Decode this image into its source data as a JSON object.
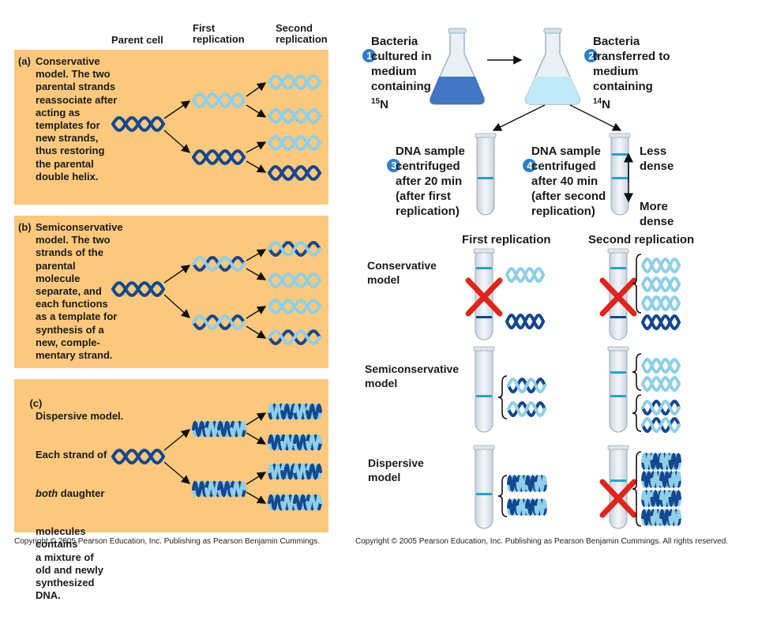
{
  "headers": {
    "parent_cell": "Parent cell",
    "first_replication": "First\nreplication",
    "second_replication": "Second\nreplication"
  },
  "models": [
    {
      "letter": "(a)",
      "text": "Conservative\nmodel. The two\nparental strands\nreassociate after\nacting as\ntemplates for\nnew strands,\nthus restoring\nthe parental\ndouble helix."
    },
    {
      "letter": "(b)",
      "text": "Semiconservative\nmodel. The two\nstrands of the\nparental\nmolecule\nseparate, and\neach functions\nas a template for\nsynthesis of a\nnew, comple-\nmentary strand."
    },
    {
      "letter": "(c)",
      "text_line1": "Dispersive model.",
      "text_line2": "Each strand of",
      "italic_word": "both",
      "text_line3_rest": " daughter",
      "text_rest": "molecules\ncontains\na mixture of\nold and newly\nsynthesized\nDNA."
    }
  ],
  "experiment": {
    "step1": {
      "num": "1",
      "text": "Bacteria\ncultured in\nmedium\ncontaining",
      "isotope_mass": "15",
      "isotope": "N"
    },
    "step2": {
      "num": "2",
      "text": "Bacteria\ntransferred to\nmedium\ncontaining",
      "isotope_mass": "14",
      "isotope": "N"
    },
    "step3": {
      "num": "3",
      "text": "DNA sample\ncentrifuged\nafter 20 min\n(after first\nreplication)"
    },
    "step4": {
      "num": "4",
      "text": "DNA sample\ncentrifuged\nafter 40 min\n(after second\nreplication)"
    },
    "less_dense": "Less\ndense",
    "more_dense": "More\ndense"
  },
  "results": {
    "col_first": "First replication",
    "col_second": "Second replication",
    "rows": [
      "Conservative\nmodel",
      "Semiconservative\nmodel",
      "Dispersive\nmodel"
    ]
  },
  "copyright_left": "Copyright © 2005 Pearson Education, Inc. Publishing as Pearson Benjamin Cummings.",
  "copyright_right": "Copyright © 2005 Pearson Education, Inc. Publishing as Pearson Benjamin Cummings. All rights reserved.",
  "colors": {
    "panel": "#fbc87d",
    "parental_strand": "#14488f",
    "new_strand": "#8fcfe8",
    "cross": "#e2231a",
    "band": "#2aa0c8",
    "heavy_medium": "#3a6fc0",
    "light_medium": "#bfe8f5"
  }
}
